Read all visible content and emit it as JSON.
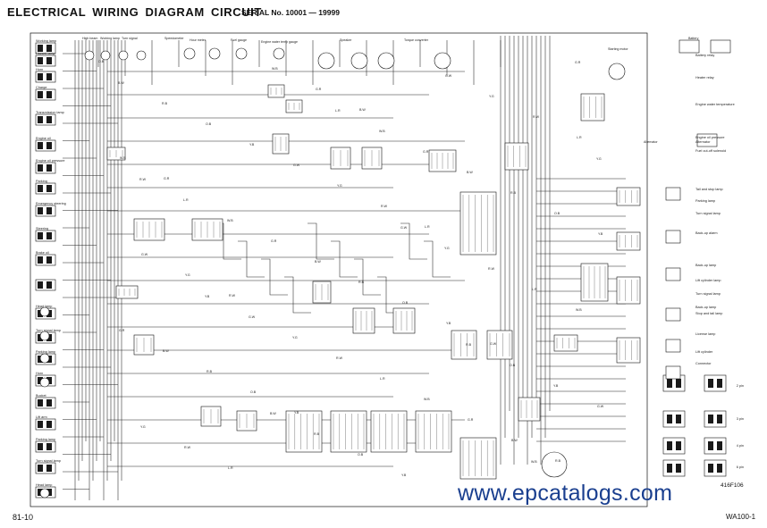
{
  "header": {
    "title": "ELECTRICAL  WIRING  DIAGRAM  CIRCUIT",
    "serial": "SERIAL No. 10001 — 19999"
  },
  "footer": {
    "page": "81-10",
    "model": "WA100-1",
    "figure_code": "416F106"
  },
  "watermark": "www.epcatalogs.com",
  "labels_left": [
    "Working lamp",
    "Hazard lamp",
    "Horn",
    "Charge",
    "Transmission lamp",
    "Engine oil",
    "Engine oil pressure",
    "Parking",
    "Emergency steering",
    "Steering",
    "Brake oil",
    "Head lamp",
    "Turn signal lamp",
    "Parking lamp",
    "Horn",
    "Bucket",
    "Lift arm",
    "Parking lamp",
    "Turn signal lamp",
    "Head lamp"
  ],
  "labels_top": [
    "High beam",
    "Working lamp",
    "Turn signal",
    "Speedometer",
    "Hour meter",
    "Fuel gauge",
    "Engine water temp gauge",
    "Speaker",
    "Torque converter",
    "Battery",
    "Starting motor",
    "Alternator"
  ],
  "labels_right": [
    "Battery relay",
    "Heater relay",
    "Engine water temperature",
    "Engine oil pressure",
    "Alternator",
    "Fuel cut-off solenoid",
    "Tail and stop lamp",
    "Parking lamp",
    "Turn signal lamp",
    "Back-up alarm",
    "Back-up lamp",
    "Lift cylinder lamp",
    "Turn signal lamp",
    "Back-up lamp",
    "Stop and tail lamp",
    "License lamp",
    "Lift cylinder",
    "Connector"
  ],
  "connector_legend": [
    "2 pin",
    "3 pin",
    "4 pin",
    "6 pin"
  ],
  "colors": {
    "ink": "#111111",
    "watermark": "#1a3f8f",
    "paper": "#ffffff"
  }
}
